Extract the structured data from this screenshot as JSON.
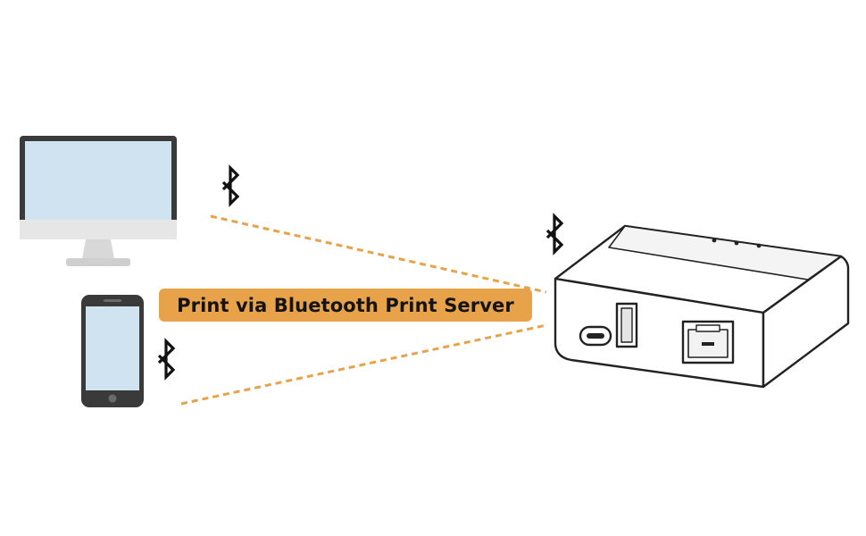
{
  "diagram": {
    "label": "Print via Bluetooth Print Server",
    "banner_color": "#e8a24a",
    "connection_color": "#e8a24a",
    "screen_color": "#cfe3f1",
    "nodes": [
      {
        "name": "desktop-monitor",
        "icon": "monitor-icon"
      },
      {
        "name": "smartphone",
        "icon": "smartphone-icon"
      },
      {
        "name": "print-server",
        "icon": "print-server-icon"
      }
    ],
    "bluetooth_icons": 3,
    "connections": [
      {
        "from": "desktop-monitor",
        "to": "print-server",
        "style": "dashed"
      },
      {
        "from": "smartphone",
        "to": "print-server",
        "style": "dashed"
      }
    ]
  }
}
